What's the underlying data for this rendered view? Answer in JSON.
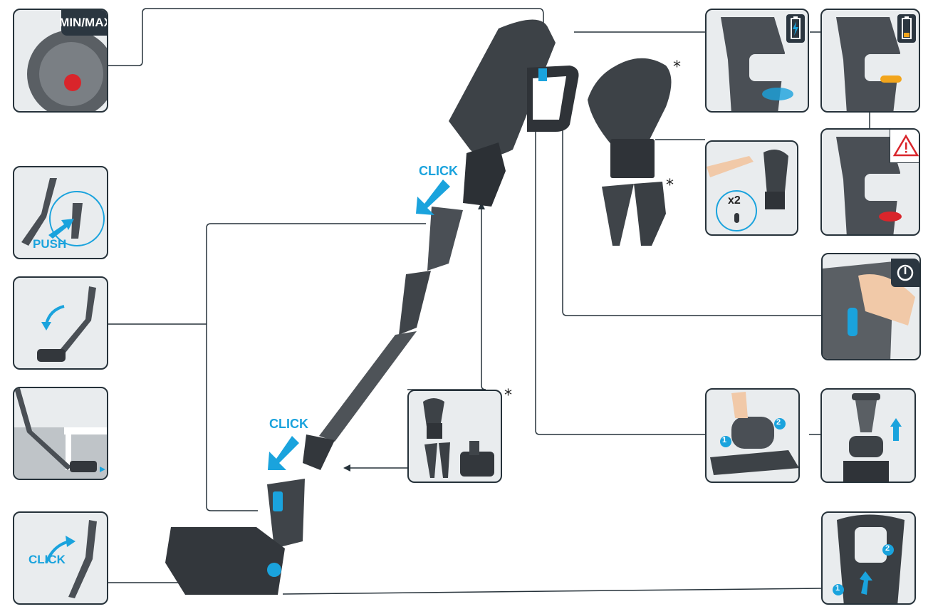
{
  "labels": {
    "min_max": "MIN/MAX",
    "click_top": "CLICK",
    "click_mid": "CLICK",
    "click_bottom": "CLICK",
    "push": "PUSH",
    "x2": "x2",
    "step_1": "1",
    "step_2": "2",
    "step_1b": "1",
    "step_2b": "2",
    "asterisk": "*"
  },
  "colors": {
    "accent": "#1aa3dd",
    "line": "#26323a",
    "device": "#4a4f55",
    "device_dark": "#33373c",
    "panel_bg": "#e9ecee",
    "warning": "#d9252b",
    "charge_amber": "#f2a51c"
  },
  "icons": [
    "battery-charging-icon",
    "battery-low-icon",
    "warning-triangle-icon",
    "power-icon"
  ]
}
